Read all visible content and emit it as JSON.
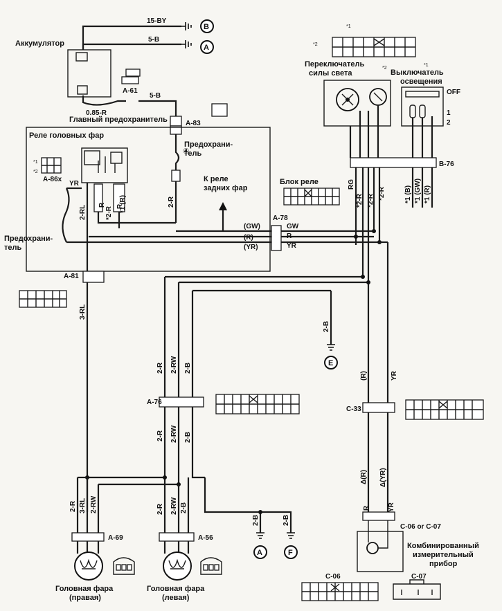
{
  "labels": {
    "battery": "Аккумулятор",
    "main_fuse": "Главный предохранитель",
    "headlight_relay": "Реле головных фар",
    "fuse_left": "Предохрани-\nтель",
    "fuse_mid": "Предохрани-\nтель",
    "to_tail_relay": "К реле\nзадних фар",
    "relay_block": "Блок реле",
    "dimmer_switch": "Переключатель\nсилы света",
    "light_switch": "Выключатель\nосвещения",
    "combo_meter": "Комбинированный\nизмерительный\nприбор",
    "headlamp_right": "Головная фара\n(правая)",
    "headlamp_left": "Головная фара\n(левая)",
    "off": "OFF",
    "pos1": "1",
    "pos2": "2",
    "mark1": "*1",
    "mark2": "*2",
    "fuse_num": "④",
    "relay_r_a": "R",
    "relay_r_b": "R",
    "relay_r_c": "R",
    "relay_r_d": "R"
  },
  "connectors": {
    "a61": "A-61",
    "a83": "A-83",
    "a86x": "A-86x",
    "a78": "A-78",
    "a81": "A-81",
    "a76": "A-76",
    "a69": "A-69",
    "a56": "A-56",
    "b76": "B-76",
    "c33": "C-33",
    "c06c07": "C-06 or C-07",
    "c06": "C-06",
    "c07": "C-07"
  },
  "wires": {
    "w15by": "15-BY",
    "w5b_top": "5-B",
    "w5b_mid": "5-B",
    "w085r": "0.85-R",
    "w2r_relay": "2-R",
    "w2rl": "2-RL",
    "w2r_a": "*2-R",
    "w1r_a": "*1 (R)",
    "wyr": "YR",
    "w3rl": "3-RL",
    "wgw_l": "(GW)",
    "wr_l": "(R)",
    "wyr_l": "(YR)",
    "wgw_r": "GW",
    "wr_r": "R",
    "wyr_r": "YR",
    "wrg": "RG",
    "w2r_b1": "*2-R",
    "w2r_b2": "*2-R",
    "w2r_b3": "*2-R",
    "w1b": "*1 (B)",
    "w1gw": "*1 (GW)",
    "w1r_b": "*1 (R)",
    "w2b_e": "2-B",
    "wr_c": "(R)",
    "wyr_c": "YR",
    "w2r_up": "2-R",
    "w2rw_up": "2-RW",
    "w2b_up": "2-B",
    "w2r_dn": "2-R",
    "w2rw_dn": "2-RW",
    "w2b_dn": "2-B",
    "w2b_a": "2-B",
    "w2b_f": "2-B",
    "wdr": "Δ(R)",
    "wdyr": "Δ(YR)",
    "wr_m": "R",
    "wyr_m": "YR",
    "w2r_h1": "2-R",
    "w3rl_h1": "3-RL",
    "w2rw_h1": "2-RW",
    "w2r_h2": "2-R",
    "w2rw_h2": "2-RW",
    "w2b_h2": "2-B"
  },
  "grounds": {
    "b": "B",
    "a_top": "A",
    "e": "E",
    "a_bot": "A",
    "f": "F"
  }
}
